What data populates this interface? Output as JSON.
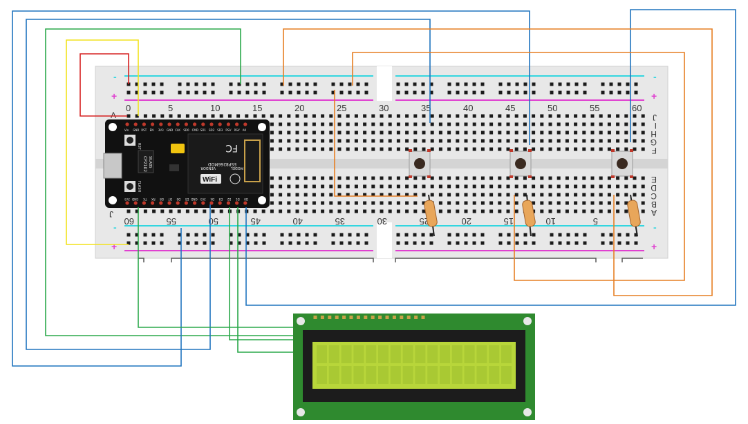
{
  "colors": {
    "board": "#e8e8e8",
    "board_shadow": "#d9d9d9",
    "hole": "#1a1a1a",
    "rail_pos": "#e040d0",
    "rail_neg": "#33d6e0",
    "mcu": "#111111",
    "lcd_pcb": "#2f8a2f",
    "lcd_screen": "#b8d63a",
    "wire_blue": "#1e73be",
    "wire_green": "#2aa84a",
    "wire_orange": "#e67e22",
    "wire_yellow": "#f2e21a",
    "wire_red": "#d62020"
  },
  "breadboard": {
    "top_numbers": [
      "0",
      "5",
      "10",
      "15",
      "20",
      "25",
      "30",
      "35",
      "40",
      "45",
      "50",
      "55",
      "60"
    ],
    "bottom_numbers": [
      "60",
      "55",
      "50",
      "45",
      "40",
      "35",
      "30",
      "25",
      "20",
      "15",
      "10",
      "5"
    ],
    "row_labels_left": [
      "A",
      "J"
    ],
    "row_labels_right": [
      "J",
      "I",
      "H",
      "G",
      "F",
      "E",
      "D",
      "C",
      "B",
      "A"
    ],
    "rail_pos_sign": "+",
    "rail_neg_sign": "-"
  },
  "nodemcu": {
    "chip_model": "MODEL",
    "chip_vendor": "VENDOR",
    "module": "ESP8266MOD",
    "usb_chip": "CP2102",
    "usb_vendor": "SILABS",
    "rst_label": "RST",
    "flash_label": "FLASH",
    "fcc_label": "FC",
    "wifi_label": "WiFi",
    "top_pins": [
      "Vin",
      "GND",
      "RST",
      "EN",
      "3V3",
      "GND",
      "CLK",
      "SD0",
      "CMD",
      "SD1",
      "SD2",
      "SD3",
      "RSV",
      "RSV",
      "A0"
    ],
    "bottom_pins": [
      "3V3",
      "GND",
      "TX",
      "RX",
      "D8",
      "D7",
      "D6",
      "D5",
      "GND",
      "3V3",
      "D4",
      "D3",
      "D2",
      "D1",
      "D0"
    ]
  },
  "buttons": [
    {
      "name": "pushbutton-1"
    },
    {
      "name": "pushbutton-2"
    },
    {
      "name": "pushbutton-3"
    }
  ],
  "lcd": {
    "columns": 16,
    "rows": 2
  }
}
